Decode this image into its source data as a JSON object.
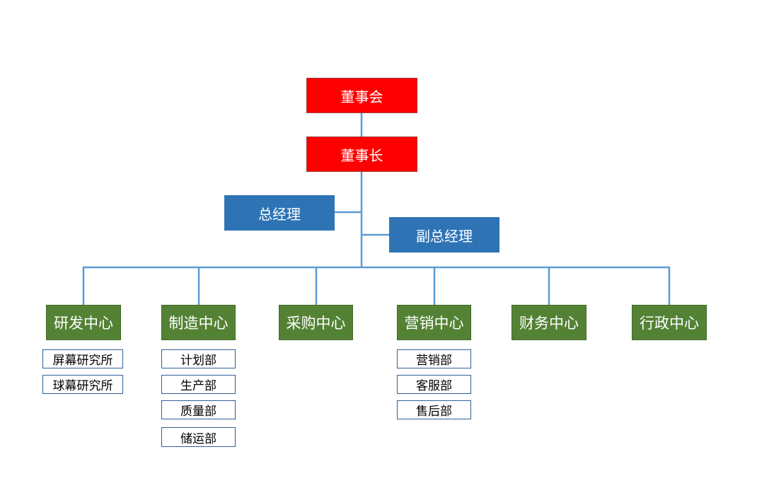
{
  "board": {
    "label": "董事会"
  },
  "chairman": {
    "label": "董事长"
  },
  "general_manager": {
    "label": "总经理"
  },
  "deputy_general_manager": {
    "label": "副总经理"
  },
  "centers": [
    {
      "label": "研发中心",
      "subs": [
        "屏幕研究所",
        "球幕研究所"
      ]
    },
    {
      "label": "制造中心",
      "subs": [
        "计划部",
        "生产部",
        "质量部",
        "储运部"
      ]
    },
    {
      "label": "采购中心",
      "subs": []
    },
    {
      "label": "营销中心",
      "subs": [
        "营销部",
        "客服部",
        "售后部"
      ]
    },
    {
      "label": "财务中心",
      "subs": []
    },
    {
      "label": "行政中心",
      "subs": []
    }
  ],
  "colors": {
    "top_box": "#ff0000",
    "manager_box": "#2e74b5",
    "center_box": "#548235",
    "connector": "#5b9bd5"
  }
}
